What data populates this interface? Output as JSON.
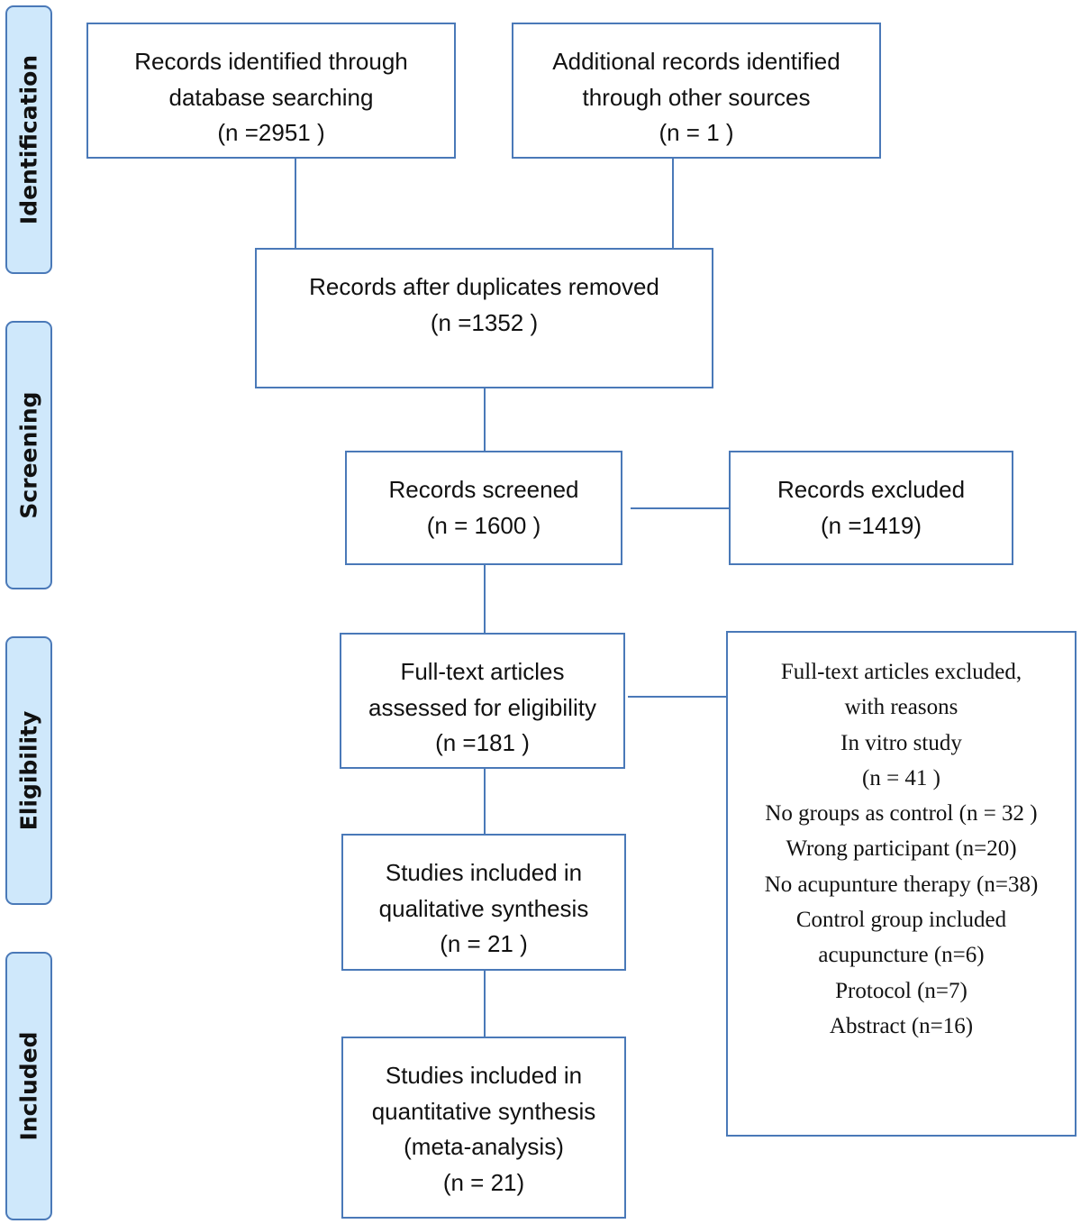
{
  "phases": [
    {
      "id": "identification",
      "label": "Identification"
    },
    {
      "id": "screening",
      "label": "Screening"
    },
    {
      "id": "eligibility",
      "label": "Eligibility"
    },
    {
      "id": "included",
      "label": "Included"
    }
  ],
  "boxes": {
    "database_records": {
      "lines": [
        "Records identified through",
        "database searching",
        "(n =2951 )"
      ]
    },
    "other_sources": {
      "lines": [
        "Additional records identified",
        "through other sources",
        "(n = 1 )"
      ]
    },
    "duplicates_removed": {
      "lines": [
        "Records after duplicates removed",
        "(n =1352 )"
      ]
    },
    "screened": {
      "lines": [
        "Records screened",
        "(n = 1600 )"
      ]
    },
    "excluded": {
      "lines": [
        "Records excluded",
        "(n =1419)"
      ]
    },
    "full_text": {
      "lines": [
        "Full-text articles",
        "assessed for eligibility",
        "(n =181 )"
      ]
    },
    "full_text_excluded": {
      "lines": [
        "Full-text articles excluded,",
        "with reasons",
        "In vitro study",
        "(n = 41 )",
        "No groups as control (n = 32 )",
        "Wrong participant (n=20)",
        "No acupunture therapy (n=38)",
        "Control group included",
        "acupuncture (n=6)",
        "Protocol (n=7)",
        "Abstract (n=16)"
      ]
    },
    "qualitative": {
      "lines": [
        "Studies included in",
        "qualitative synthesis",
        "(n = 21 )"
      ]
    },
    "quantitative": {
      "lines": [
        "Studies included in",
        "quantitative synthesis",
        "(meta-analysis)",
        "(n = 21)"
      ]
    }
  },
  "colors": {
    "border": "#4a79b8",
    "phase_fill": "#cfe8fb"
  }
}
